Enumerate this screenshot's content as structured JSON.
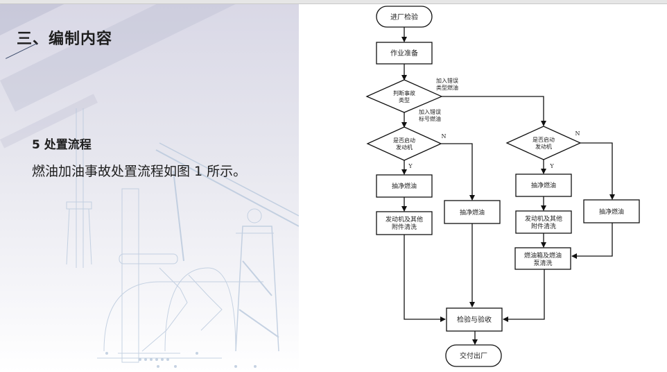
{
  "slide": {
    "section_title": "三、编制内容",
    "sub_heading": "5 处置流程",
    "body_text": "燃油加油事故处置流程如图 1 所示。"
  },
  "flowchart": {
    "start": "进厂检验",
    "prep": "作业准备",
    "decision_type": [
      "判断事故",
      "类型"
    ],
    "label_wrong_type": [
      "加入错误",
      "类型燃油"
    ],
    "label_wrong_grade": [
      "加入错误",
      "标号燃油"
    ],
    "decision_engine_left": [
      "是否启动",
      "发动机"
    ],
    "decision_engine_right": [
      "是否启动",
      "发动机"
    ],
    "yes": "Y",
    "no": "N",
    "left_drain_yes": "抽净燃油",
    "left_clean_engine": [
      "发动机及其他",
      "附件清洗"
    ],
    "left_drain_no": "抽净燃油",
    "right_drain_yes": "抽净燃油",
    "right_clean_engine": [
      "发动机及其他",
      "附件清洗"
    ],
    "right_drain_no": "抽净燃油",
    "tank_pump_clean": [
      "燃油箱及燃油",
      "泵清洗"
    ],
    "inspect": "检验与验收",
    "end": "交付出厂"
  }
}
